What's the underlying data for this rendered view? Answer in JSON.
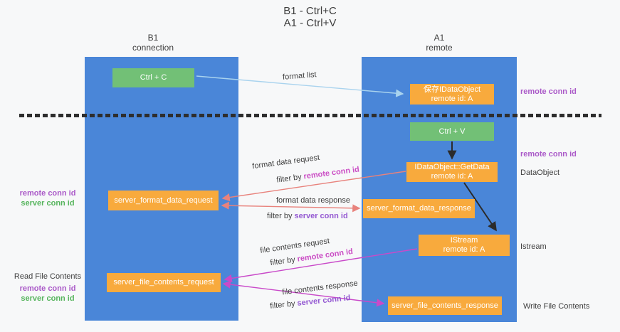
{
  "title": {
    "line1": "B1 - Ctrl+C",
    "line2": "A1 - Ctrl+V"
  },
  "columns": {
    "left": {
      "name": "B1",
      "role": "connection"
    },
    "right": {
      "name": "A1",
      "role": "remote"
    }
  },
  "boxes": {
    "ctrl_c": "Ctrl + C",
    "ctrl_v": "Ctrl + V",
    "save_dataobject": {
      "line1": "保存IDataObject",
      "line2": "remote id: A"
    },
    "getdata": {
      "line1": "IDataObject::GetData",
      "line2": "remote id: A"
    },
    "istream": {
      "line1": "IStream",
      "line2": "remote id: A"
    },
    "format_request": "server_format_data_request",
    "format_response": "server_format_data_response",
    "file_request": "server_file_contents_request",
    "file_response": "server_file_contents_response"
  },
  "flow_labels": {
    "format_list": "format list",
    "format_data_request": "format data request",
    "format_data_request_filter_prefix": "filter by",
    "format_data_request_filter_key": "remote conn id",
    "format_data_response": "format data response",
    "format_data_response_filter_prefix": "filter by",
    "format_data_response_filter_key": "server conn id",
    "file_contents_request": "file contents request",
    "file_contents_request_filter_prefix": "filter by",
    "file_contents_request_filter_key": "remote conn id",
    "file_contents_response": "file contents response",
    "file_contents_response_filter_prefix": "filter by",
    "file_contents_response_filter_key": "server conn id"
  },
  "side_labels": {
    "right_top_remote_conn_id": "remote conn id",
    "right_mid_remote_conn_id": "remote conn id",
    "dataobject": "DataObject",
    "istream": "Istream",
    "write_file_contents": "Write File Contents",
    "left_format_remote_conn_id": "remote conn id",
    "left_format_server_conn_id": "server conn id",
    "read_file_contents": "Read File Contents",
    "left_file_remote_conn_id": "remote conn id",
    "left_file_server_conn_id": "server conn id"
  },
  "colors": {
    "bg": "#f7f8f9",
    "column-blue": "#4a86d8",
    "box-green": "#72c076",
    "box-orange": "#f8aa3d",
    "arrow-lightblue": "#a9d3ee",
    "arrow-black": "#2b2b2b",
    "arrow-salmon": "#e8827c",
    "arrow-magenta": "#c94ac9",
    "text-dark": "#3e3e3e",
    "dash": "#2e2e2e",
    "magenta-text": "#cb4ec5",
    "violet-text": "#9459d2",
    "side-purple": "#aa59c8",
    "side-green": "#55b45c"
  }
}
